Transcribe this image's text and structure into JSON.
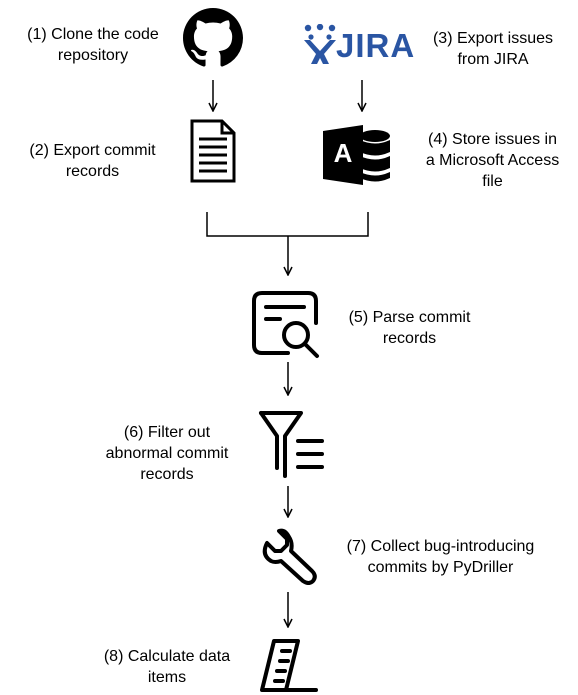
{
  "steps": [
    {
      "label_line1": "(1) Clone the code",
      "label_line2": "repository",
      "icon": "github-icon"
    },
    {
      "label_line1": "(2) Export commit",
      "label_line2": "records",
      "icon": "document-icon"
    },
    {
      "label_line1": "(3) Export issues",
      "label_line2": "from JIRA",
      "icon": "jira-logo"
    },
    {
      "label_line1": "(4) Store issues in",
      "label_line2": "a Microsoft Access",
      "label_line3": "file",
      "icon": "access-database-icon"
    },
    {
      "label_line1": "(5) Parse commit",
      "label_line2": "records",
      "icon": "document-search-icon"
    },
    {
      "label_line1": "(6) Filter out",
      "label_line2": "abnormal commit",
      "label_line3": "records",
      "icon": "filter-list-icon"
    },
    {
      "label_line1": "(7) Collect bug-introducing",
      "label_line2": "commits by PyDriller",
      "icon": "wrench-icon"
    },
    {
      "label_line1": "(8) Calculate data",
      "label_line2": "items",
      "icon": "ruler-pen-icon"
    }
  ],
  "logos": {
    "jira_text": "JIRA",
    "access_letter": "A"
  },
  "colors": {
    "jira_blue": "#2a55a3",
    "ink": "#000000"
  }
}
